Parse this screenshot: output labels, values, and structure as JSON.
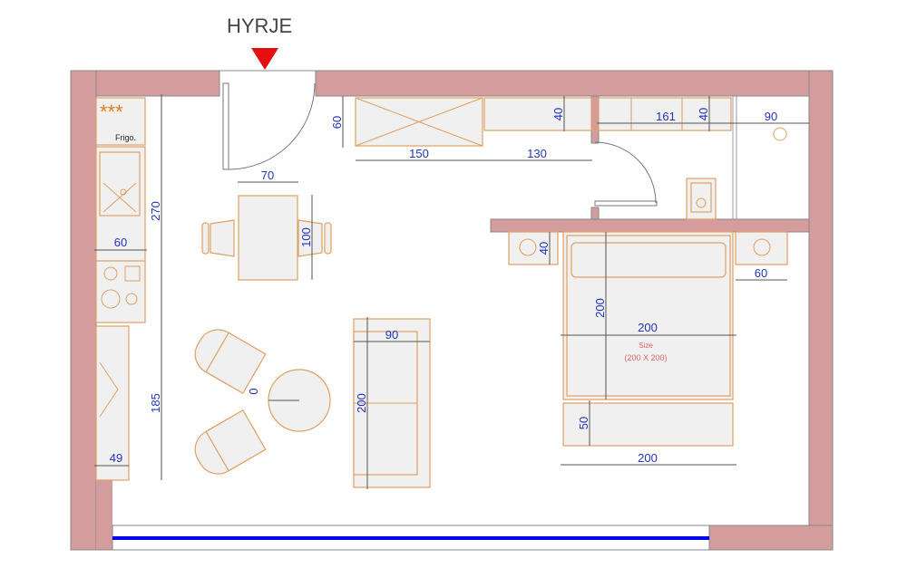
{
  "entrance": {
    "label": "HYRJE"
  },
  "kitchen": {
    "fridge_symbol": "***",
    "fridge_label": "Frigo."
  },
  "bed": {
    "size_label": "Size",
    "size_value": "(200 X 200)"
  },
  "dimensions": {
    "kitchen_length": "270",
    "kitchen_depth": "60",
    "counter_length": "185",
    "counter_depth": "49",
    "table_width": "70",
    "table_length": "100",
    "cabinet_depth": "60",
    "cabinet_width": "150",
    "cabinet_gap": "130",
    "shelf_depth_1": "40",
    "wardrobe_width": "161",
    "shelf_depth_2": "40",
    "shower_width": "90",
    "nightstand_depth": "40",
    "nightstand_width": "60",
    "bed_length": "200",
    "bed_width": "200",
    "bench_depth": "50",
    "bench_width": "200",
    "sofa_width": "90",
    "sofa_length": "200",
    "coffee_table": "0"
  },
  "colors": {
    "wall": "#d49c9c",
    "dimension_text": "#2233bb",
    "entrance_arrow": "#e41010",
    "window": "#0000ee"
  }
}
